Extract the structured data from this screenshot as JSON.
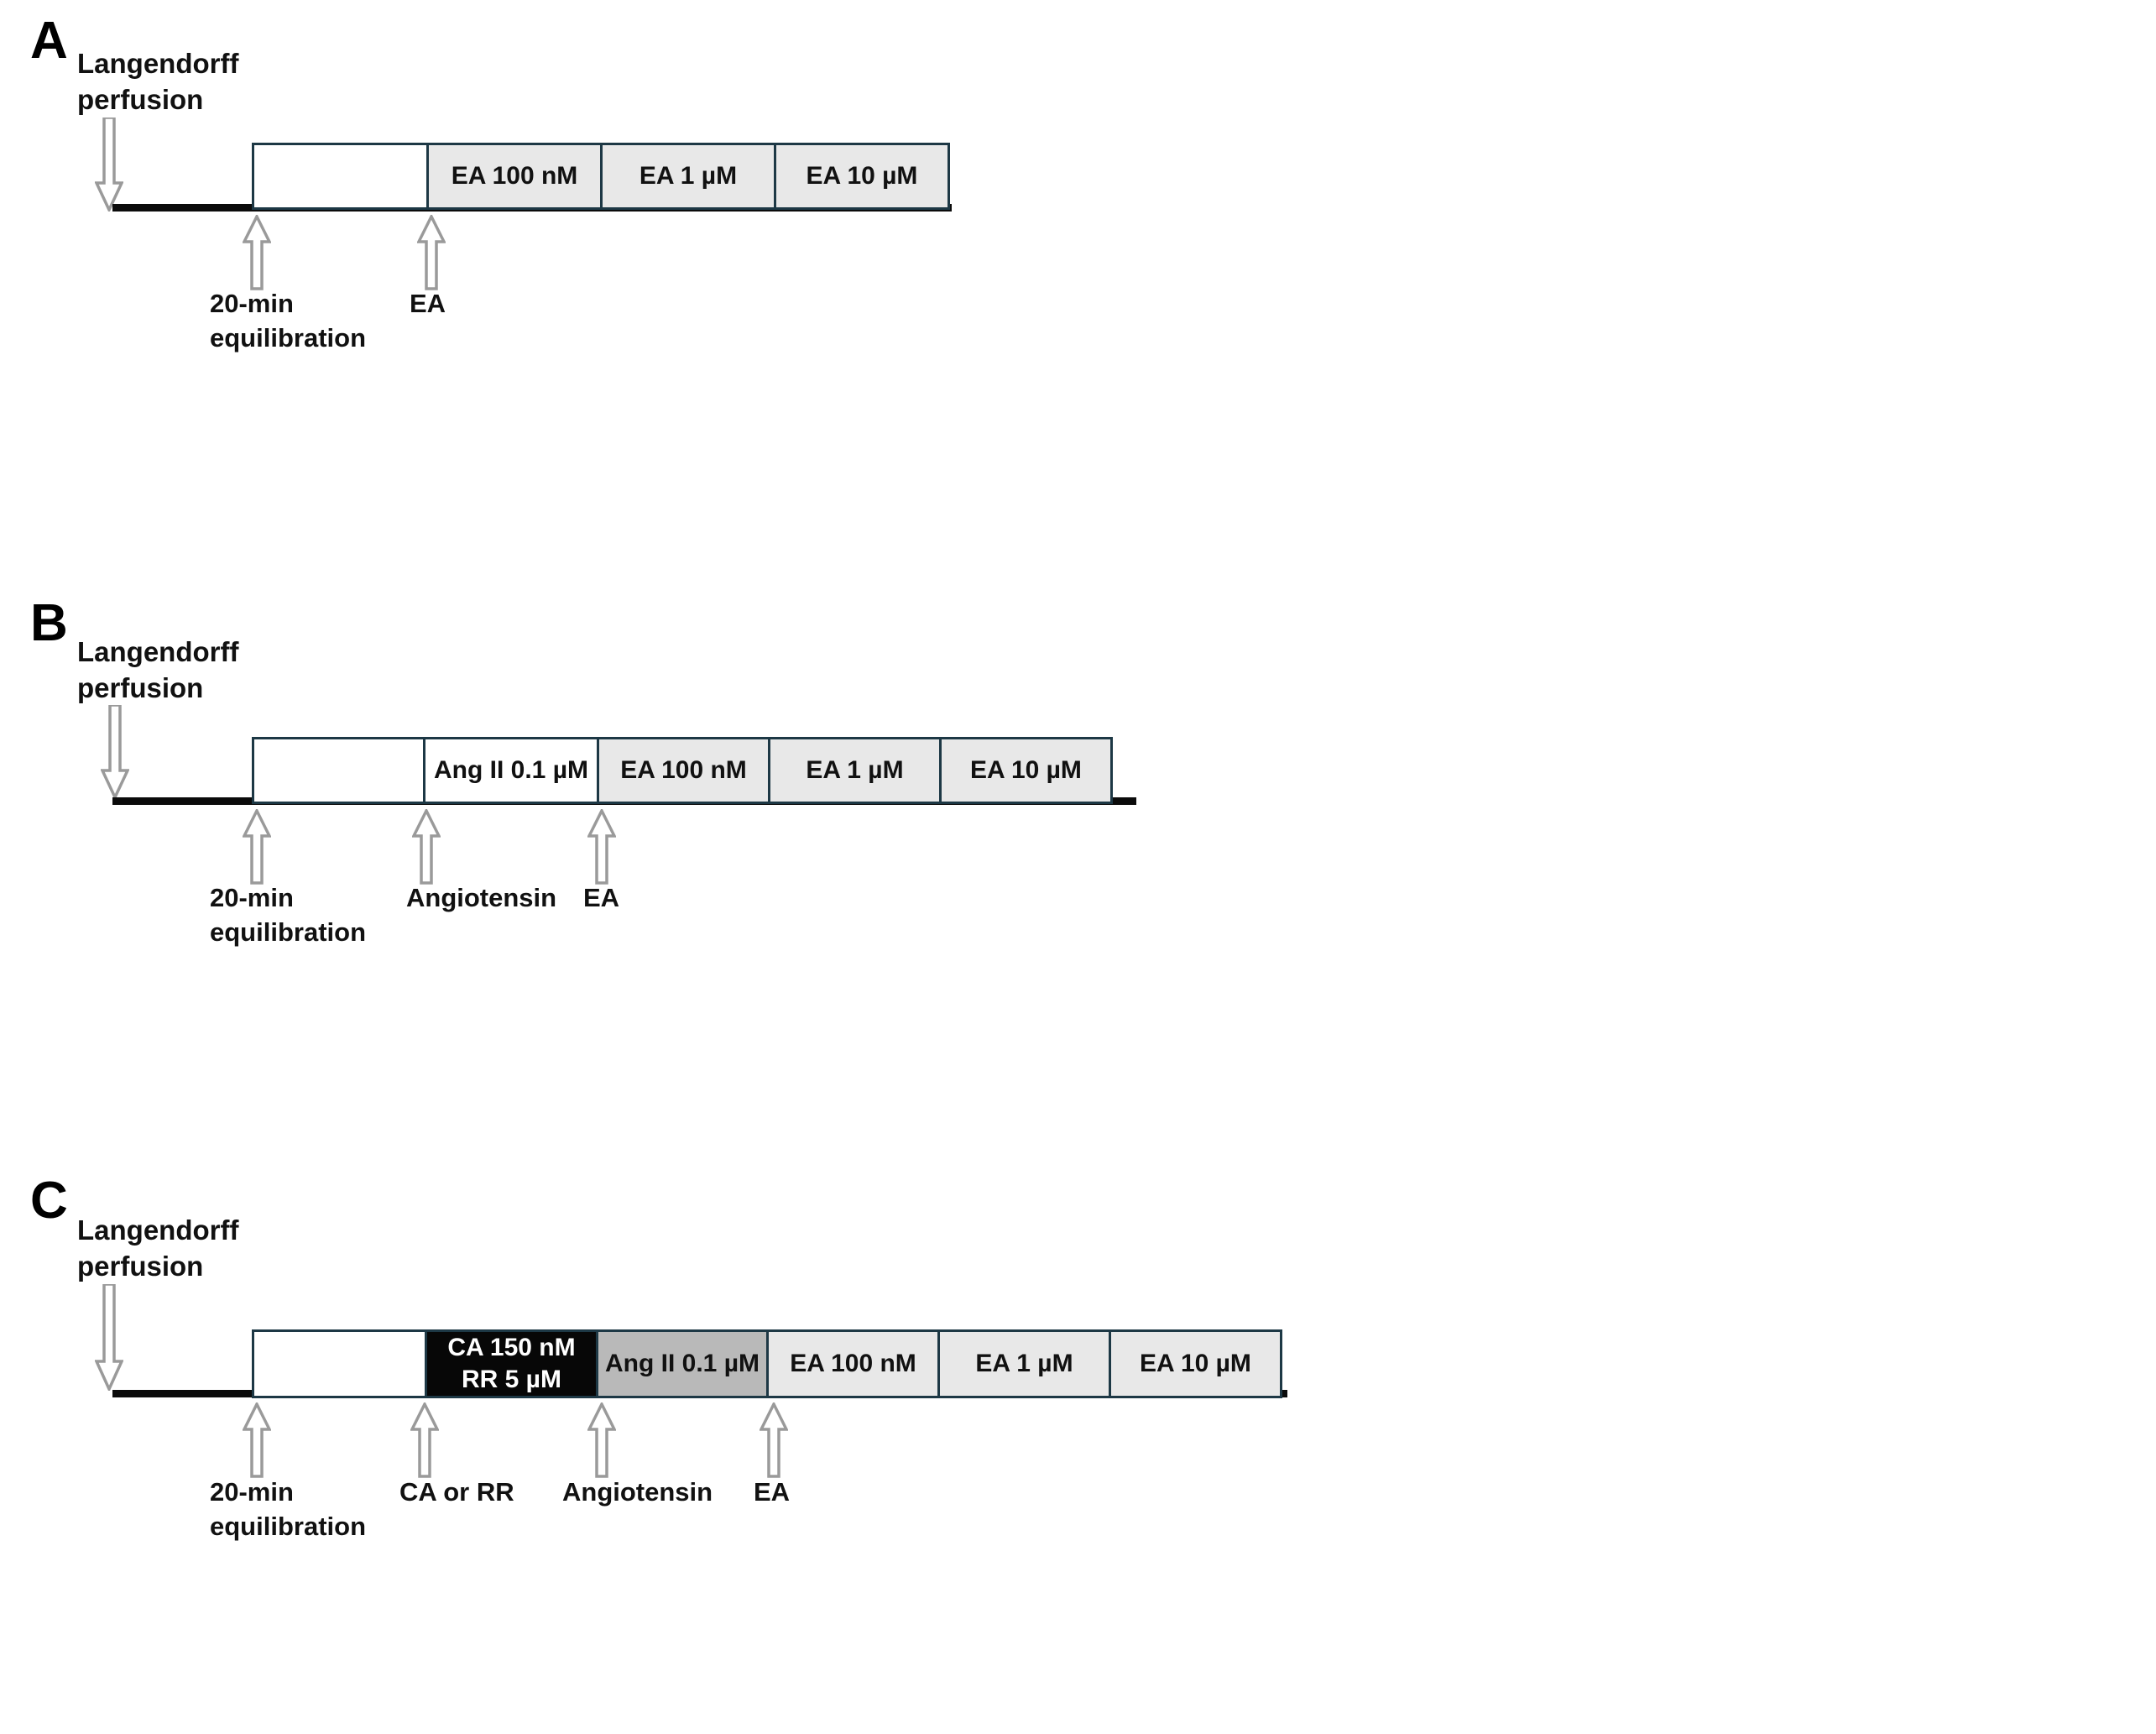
{
  "figure": {
    "type": "experimental-protocol-timeline-diagram",
    "panels": [
      {
        "letter": "A",
        "perfusion_label": "Langendorff\nperfusion",
        "segments": [
          {
            "label": "",
            "fill": "white"
          },
          {
            "label": "EA 100 nM",
            "fill": "light"
          },
          {
            "label": "EA 1 µM",
            "fill": "light"
          },
          {
            "label": "EA 10 µM",
            "fill": "light"
          }
        ],
        "markers": [
          {
            "label": "20-min\nequilibration"
          },
          {
            "label": "EA"
          }
        ]
      },
      {
        "letter": "B",
        "perfusion_label": "Langendorff\nperfusion",
        "segments": [
          {
            "label": "",
            "fill": "white"
          },
          {
            "label": "Ang II 0.1 µM",
            "fill": "white"
          },
          {
            "label": "EA 100 nM",
            "fill": "light"
          },
          {
            "label": "EA 1 µM",
            "fill": "light"
          },
          {
            "label": "EA 10 µM",
            "fill": "light"
          }
        ],
        "markers": [
          {
            "label": "20-min\nequilibration"
          },
          {
            "label": "Angiotensin"
          },
          {
            "label": "EA"
          }
        ]
      },
      {
        "letter": "C",
        "perfusion_label": "Langendorff\nperfusion",
        "segments": [
          {
            "label": "",
            "fill": "white"
          },
          {
            "label": "CA 150 nM\nRR 5 µM",
            "fill": "black"
          },
          {
            "label": "Ang II 0.1 µM",
            "fill": "mid"
          },
          {
            "label": "EA 100 nM",
            "fill": "light"
          },
          {
            "label": "EA 1 µM",
            "fill": "light"
          },
          {
            "label": "EA 10 µM",
            "fill": "light"
          }
        ],
        "markers": [
          {
            "label": "20-min\nequilibration"
          },
          {
            "label": "CA or RR"
          },
          {
            "label": "Angiotensin"
          },
          {
            "label": "EA"
          }
        ]
      }
    ],
    "colors": {
      "box_border": "#1d3845",
      "baseline": "#0b0b0b",
      "fill_light_gray": "#e8e8e8",
      "fill_mid_gray": "#b9b9b9",
      "fill_black": "#070707",
      "arrow_outline": "#9a9a9a",
      "text": "#111111",
      "background": "#ffffff"
    }
  }
}
